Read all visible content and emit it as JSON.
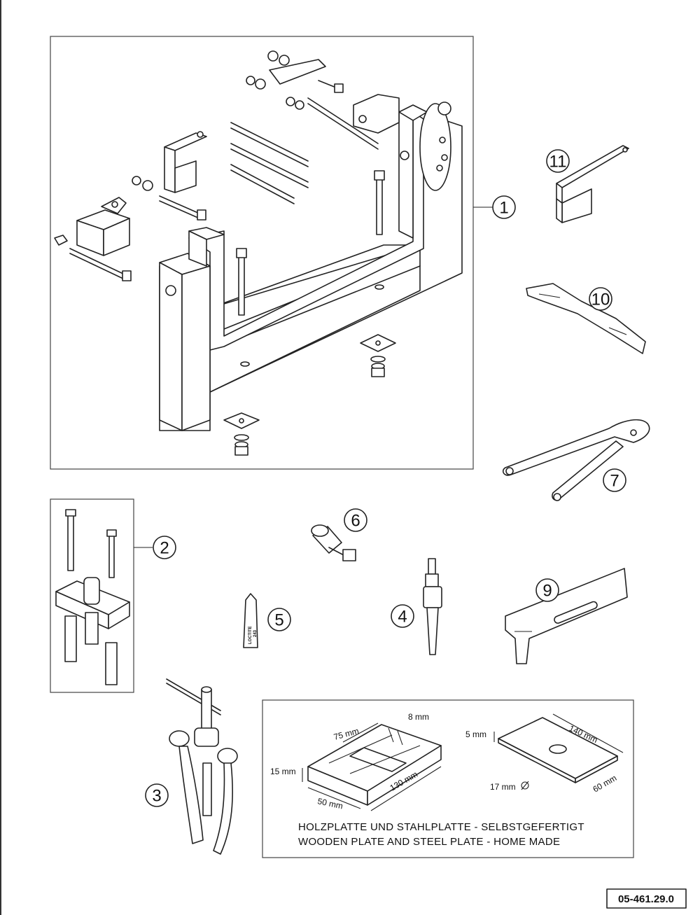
{
  "callouts": [
    "1",
    "2",
    "3",
    "4",
    "5",
    "6",
    "7",
    "9",
    "10",
    "11"
  ],
  "dimensions": {
    "wood_length": "75 mm",
    "wood_slot": "8 mm",
    "wood_height": "15 mm",
    "wood_width": "50 mm",
    "wood_long": "130 mm",
    "steel_thickness": "5 mm",
    "steel_length": "140 mm",
    "steel_hole": "17 mm",
    "steel_width": "60 mm"
  },
  "caption": {
    "line_de": "HOLZPLATTE UND STAHLPLATTE - SELBSTGEFERTIGT",
    "line_en": "WOODEN PLATE AND STEEL PLATE - HOME MADE"
  },
  "loctite": {
    "brand": "LOCTITE",
    "number": "243"
  },
  "reference_code": "05-461.29.0"
}
